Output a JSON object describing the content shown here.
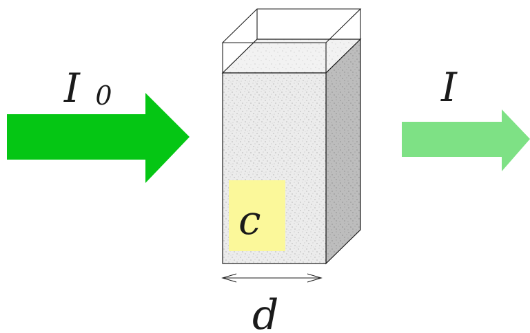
{
  "labels": {
    "incident_intensity": {
      "main": "I",
      "subscript": "0"
    },
    "transmitted_intensity": "I",
    "concentration": "c",
    "path_length": "d"
  },
  "colors": {
    "incident_arrow": "#05c614",
    "transmitted_arrow": "#7ee185",
    "concentration_box": "#fbf89a",
    "cuvette_front": "#ececec",
    "cuvette_side": "#bdbdbd",
    "cuvette_top": "#f2f2f2",
    "outline": "#1b1b1b"
  }
}
